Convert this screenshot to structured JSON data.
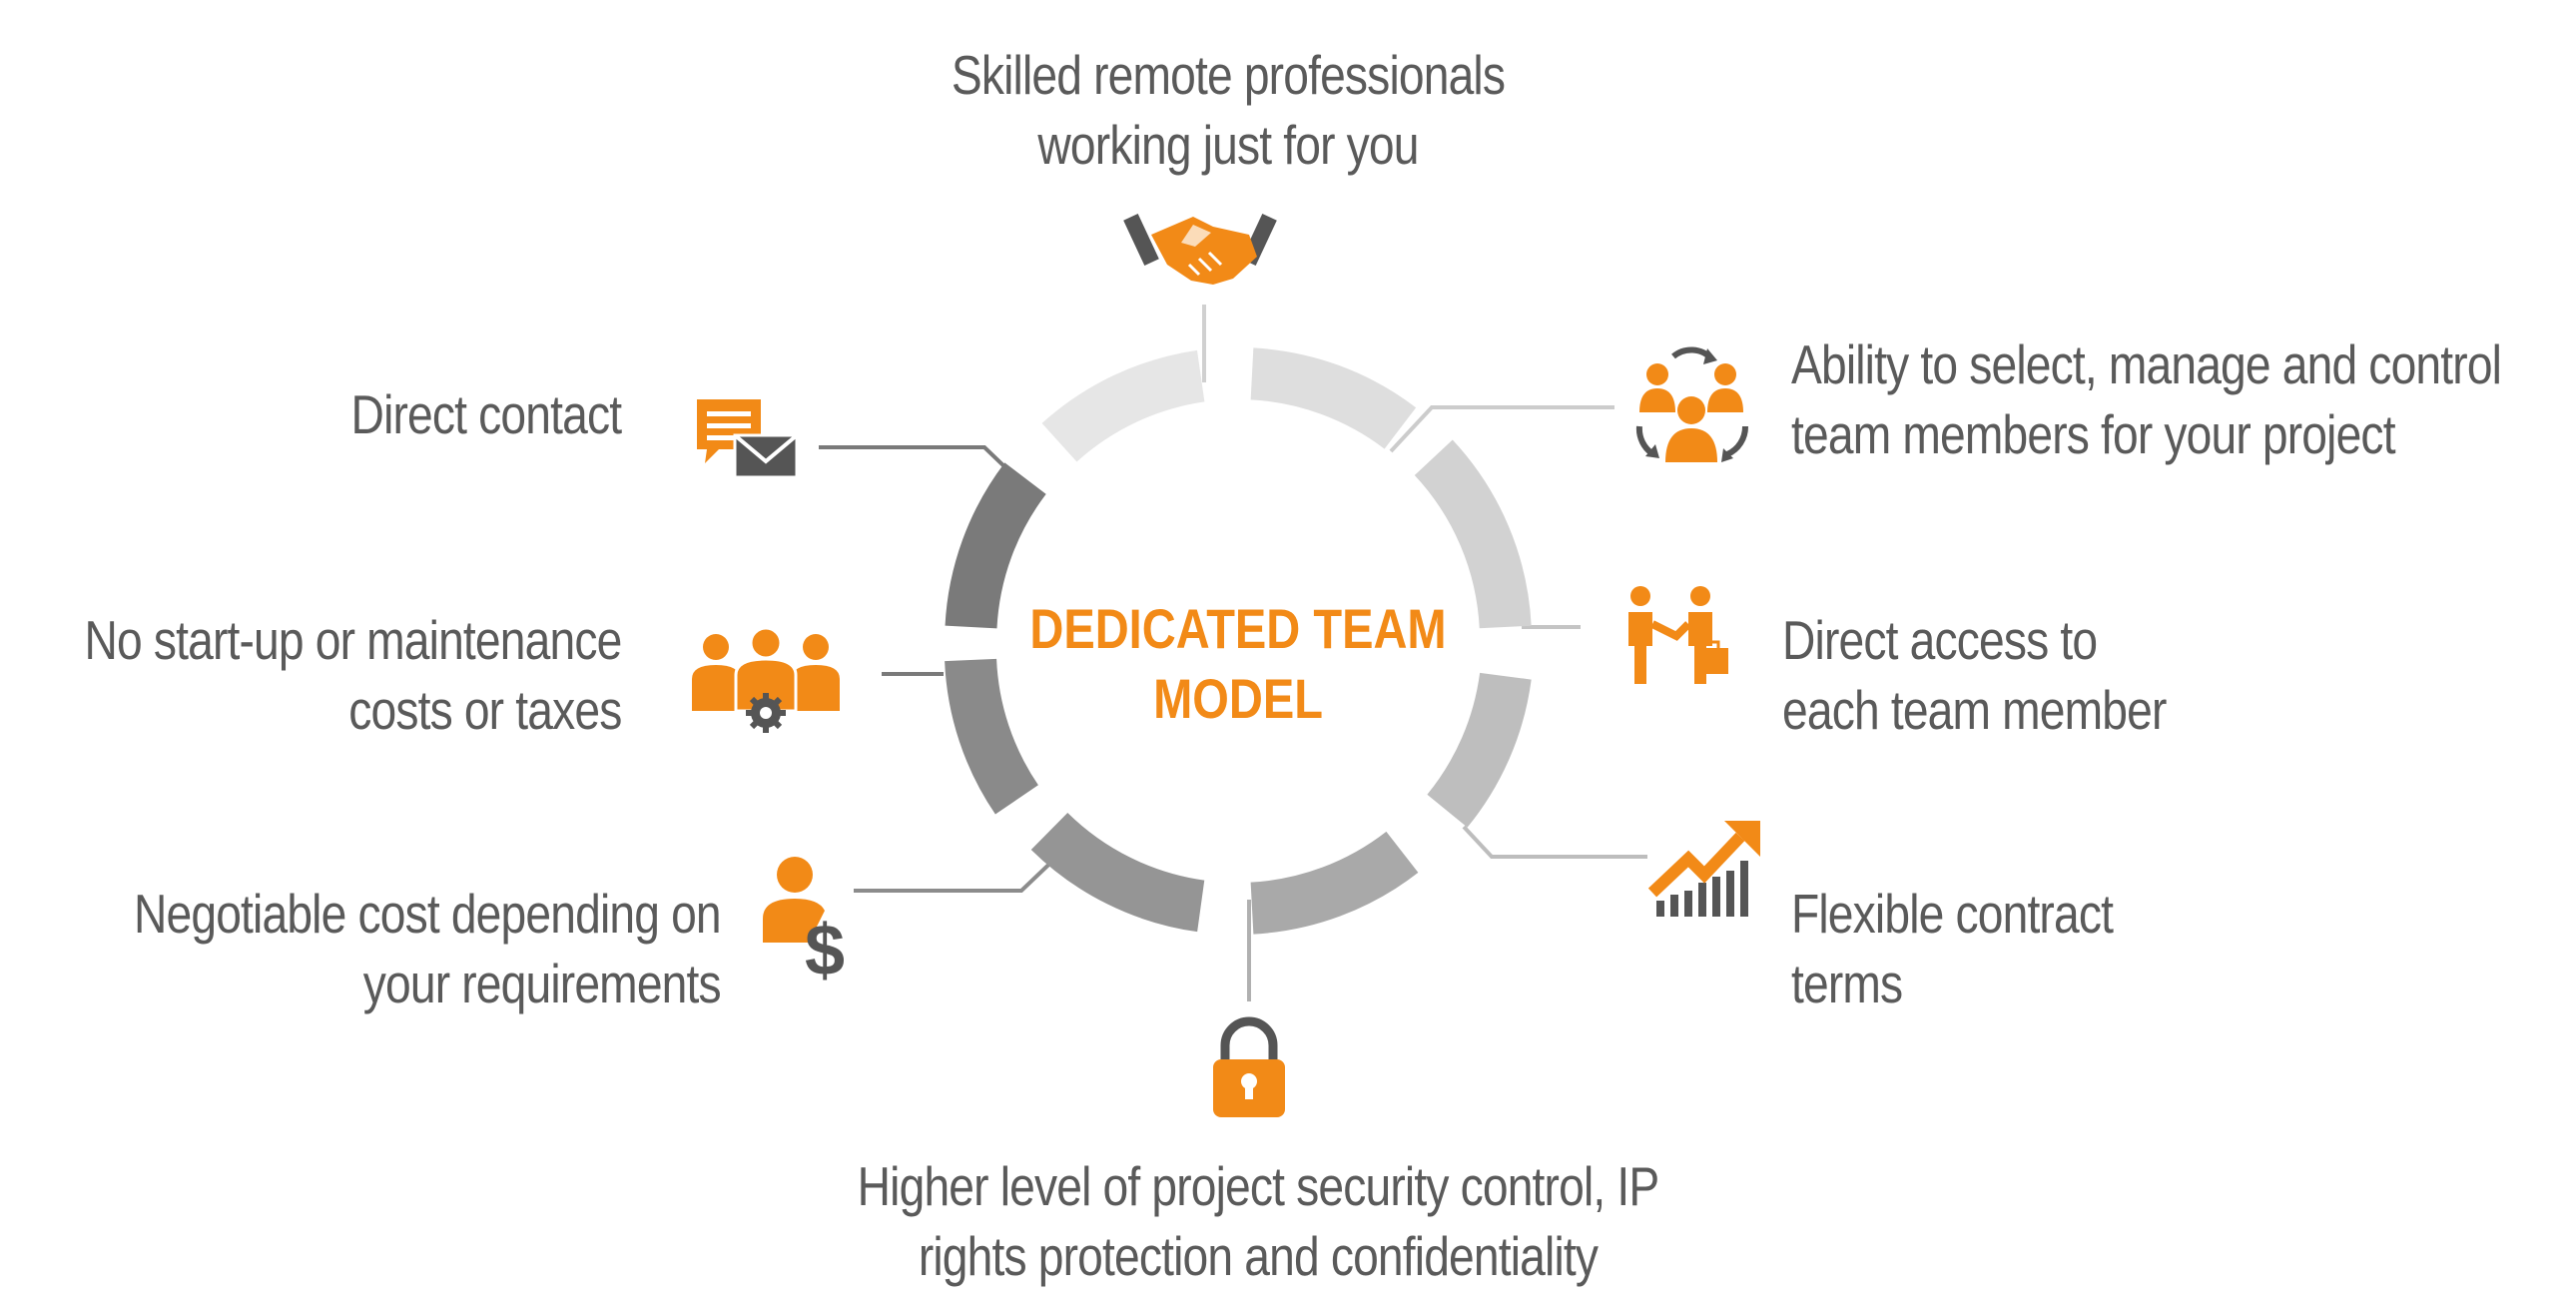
{
  "center": {
    "line1": "DEDICATED TEAM",
    "line2": "MODEL"
  },
  "items": [
    {
      "id": "skilled",
      "lines": [
        "Skilled remote professionals",
        "working just for you"
      ],
      "icon": "handshake-icon"
    },
    {
      "id": "select",
      "lines": [
        "Ability to select, manage and control",
        "team members for your project"
      ],
      "icon": "team-cycle-icon"
    },
    {
      "id": "access",
      "lines": [
        "Direct access to",
        "each team member"
      ],
      "icon": "business-meeting-icon"
    },
    {
      "id": "flexible",
      "lines": [
        "Flexible contract",
        "terms"
      ],
      "icon": "growth-chart-icon"
    },
    {
      "id": "security",
      "lines": [
        "Higher level of project security control, IP",
        "rights protection and confidentiality"
      ],
      "icon": "padlock-icon"
    },
    {
      "id": "negotiable",
      "lines": [
        "Negotiable cost depending on",
        "your requirements"
      ],
      "icon": "person-dollar-icon"
    },
    {
      "id": "nostartup",
      "lines": [
        "No start-up or maintenance",
        "costs or taxes"
      ],
      "icon": "group-gear-icon"
    },
    {
      "id": "contact",
      "lines": [
        "Direct contact"
      ],
      "icon": "message-envelope-icon"
    }
  ],
  "colors": {
    "accent": "#f28a17",
    "text": "#5a5a5a",
    "dark_icon": "#555555",
    "ring_dark": "#7f7f7f",
    "ring_mid": "#a8a8a8",
    "ring_light": "#c9c9c9",
    "ring_faint": "#e4e4e4",
    "connector": "#c0c0c0",
    "connector_dark": "#7a7a7a"
  }
}
